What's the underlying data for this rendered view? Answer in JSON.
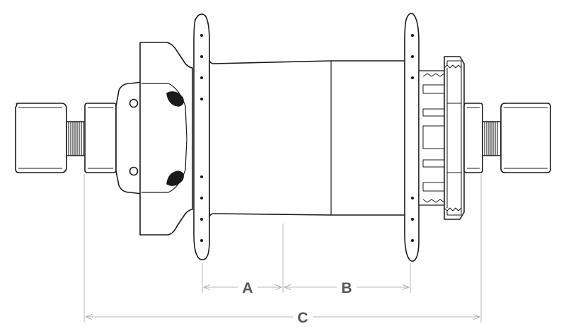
{
  "diagram": {
    "colors": {
      "line": "#1a1a1a",
      "dimension": "#b8b8b8",
      "label": "#555555",
      "fill": "#ffffff"
    },
    "dimensions": {
      "a": {
        "label": "A"
      },
      "b": {
        "label": "B"
      },
      "c": {
        "label": "C"
      }
    }
  }
}
